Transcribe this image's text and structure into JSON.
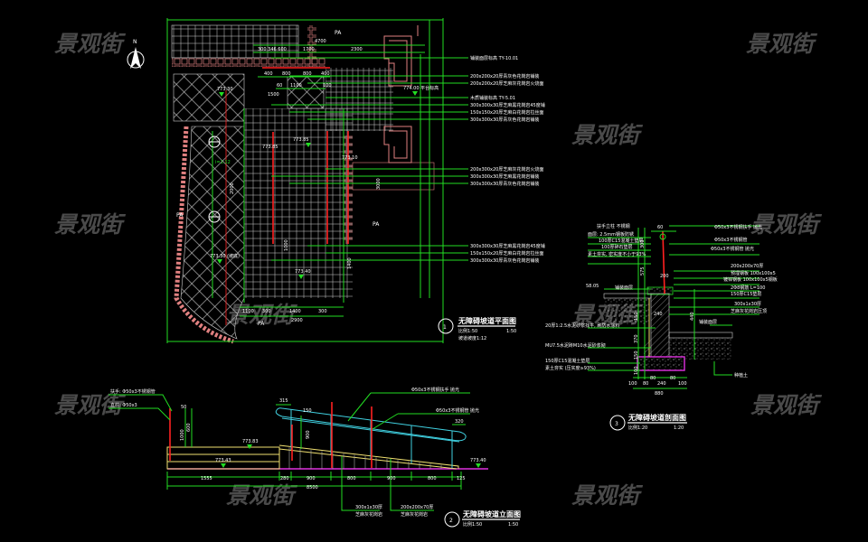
{
  "watermark": "景观街",
  "north_label": "N",
  "colors": {
    "background": "#000000",
    "dimension": "#22dd22",
    "text": "#ffffff",
    "tile": "#cfcfcf",
    "brick": "#e08080",
    "red": "#ff2020",
    "rail": "#40d0e0",
    "edge": "#f0e070",
    "ground": "#e030e0"
  },
  "plan": {
    "area_labels": [
      "PA",
      "PA",
      "PA",
      "PA"
    ],
    "dims": [
      "4700",
      "300 346 600",
      "1700",
      "2300",
      "400",
      "800",
      "800",
      "400",
      "60",
      "1100",
      "100",
      "1500",
      "1100",
      "300",
      "1400",
      "300",
      "2900",
      "2000",
      "1400",
      "1000",
      "3000"
    ],
    "levels": [
      "773.30",
      "774.00 平台标高",
      "773.85",
      "773.10",
      "773.30 (坡底)",
      "773.40",
      "i=1:12",
      "773.85"
    ],
    "callouts": [
      "铺装面层标高 TY-10.01",
      "200x200x20厚青灰色花岗岩铺装",
      "200x200x20厚芝麻灰花岗岩火烧面",
      "木质铺装标高 TY-5.01",
      "300x300x30厚芝麻黑花岗岩45度铺",
      "150x150x20厚芝麻白花岗岩拉丝面",
      "300x300x30厚青灰色花岗岩铺装",
      "200x300x20厚芝麻灰花岗岩火烧面",
      "300x300x30厚芝麻黑花岗岩铺装",
      "300x300x30厚青灰色花岗岩铺装",
      "300x300x30厚芝麻黑花岗岩45度铺",
      "150x150x20厚芝麻白花岗岩拉丝面",
      "300x300x30厚青灰色花岗岩铺装"
    ],
    "title": {
      "number": "1",
      "name": "无障碍坡道平面图",
      "scale_label": "比例1:50",
      "note": "坡道坡度1:12",
      "scale": "1:50"
    }
  },
  "elevation": {
    "dims": [
      "1555",
      "280",
      "900",
      "800",
      "900",
      "800",
      "125",
      "8500",
      "315",
      "320",
      "50",
      "600",
      "1000",
      "900",
      "150"
    ],
    "levels": [
      "773.83",
      "773.43",
      "773.40"
    ],
    "callouts": [
      "扶手: Φ50x3不锈钢管",
      "立柱: Φ50x3",
      "Φ50x3不锈钢扶手 抛光",
      "Φ50x3不锈钢管 抛光",
      "300x1x30厚",
      "芝麻灰花岗岩",
      "200x200x70厚",
      "芝麻灰花岗岩"
    ],
    "title": {
      "number": "2",
      "name": "无障碍坡道立面图",
      "scale_label": "比例1:50",
      "scale": "1:50"
    }
  },
  "section": {
    "dims": [
      "60",
      "300",
      "575",
      "200",
      "240",
      "370",
      "150",
      "150",
      "100",
      "100",
      "80",
      "80",
      "240",
      "80",
      "100",
      "880",
      "440"
    ],
    "levels": [
      "58.05"
    ],
    "callouts_left": [
      "扶手立柱 不锈钢",
      "面层: 2.5mm钢板防锈",
      "100厚C15混凝土垫层",
      "100厚碎石垫层",
      "素土夯实, 密实度不小于93%",
      "20厚1:2.5水泥砂浆找平, 刷防水涂料",
      "MU7.5水泥砖M10水泥砂浆砌",
      "150厚C15混凝土垫层",
      "素土夯实 (压实度≥93%)",
      "铺装面层"
    ],
    "callouts_right": [
      "Φ50x3不锈钢扶手 抛光",
      "Φ50x3不锈钢管",
      "Φ50x3不锈钢管 抛光",
      "200x200x70厚",
      "预埋钢板 100x100x5",
      "镀锌钢板 100x100x5钢板",
      "2Φ8钢筋 L=100",
      "150厚C15垫层",
      "300x1x30厚",
      "芝麻灰花岗岩压顶",
      "铺装面层",
      "种植土"
    ],
    "title": {
      "number": "3",
      "name": "无障碍坡道剖面图",
      "scale_label": "比例1:20",
      "scale": "1:20"
    }
  }
}
